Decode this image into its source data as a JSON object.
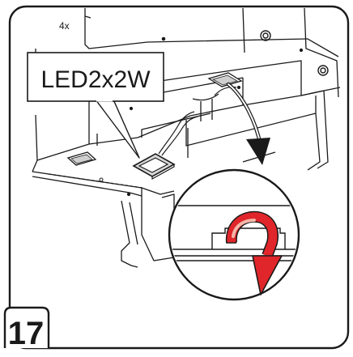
{
  "figure": {
    "quantity_label": "4x",
    "callout_label": "LED2x2W",
    "step_number": "17"
  },
  "colors": {
    "line": "#1a1a1a",
    "background": "#ffffff",
    "arrow_red": "#e0262a",
    "arrow_light": "#f3b7a9",
    "fixture_fill": "#d9d9d9"
  }
}
